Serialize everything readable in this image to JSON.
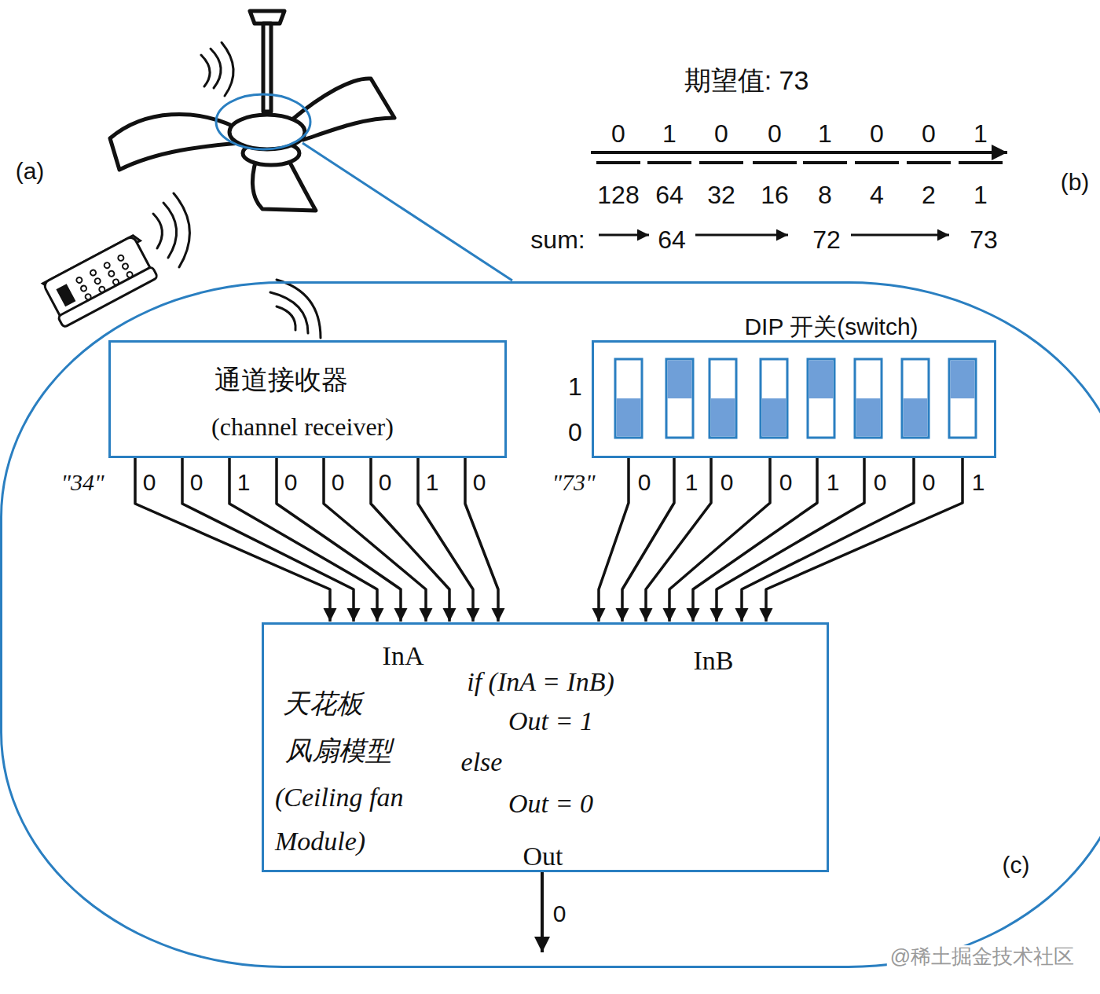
{
  "diagram": {
    "nodes": [
      {
        "text": [
          "(c)"
        ]
      },
      {
        "text": [
          "通道接收器",
          "(channel receiver)"
        ],
        "in": 0
      },
      {
        "text": [
          "DIP 开关(switch)"
        ],
        "in": 0
      },
      {
        "text": [
          "InA",
          "InB",
          "天花板",
          "风扇模型",
          "(Ceiling fan Module)",
          "if (InA = InB)",
          "Out = 1",
          "else",
          "Out = 0",
          "Out"
        ],
        "in": 0
      }
    ],
    "edges": [
      {
        "from": 1,
        "to": 3,
        "arrow": "to"
      },
      {
        "from": 2,
        "to": 3,
        "arrow": "to"
      }
    ],
    "labels": [
      "(a)",
      "(b)",
      "期望值: 73",
      "0",
      "1",
      "0",
      "0",
      "1",
      "0",
      "0",
      "1",
      "128",
      "64",
      "32",
      "16",
      "8",
      "4",
      "2",
      "1",
      "sum:",
      "64",
      "72",
      "73",
      "\"34\"",
      "0",
      "0",
      "1",
      "0",
      "0",
      "0",
      "1",
      "0",
      "\"73\"",
      "0",
      "1",
      "0",
      "0",
      "1",
      "0",
      "0",
      "1",
      "1",
      "0",
      "0",
      "@稀土掘金技术社区"
    ]
  }
}
